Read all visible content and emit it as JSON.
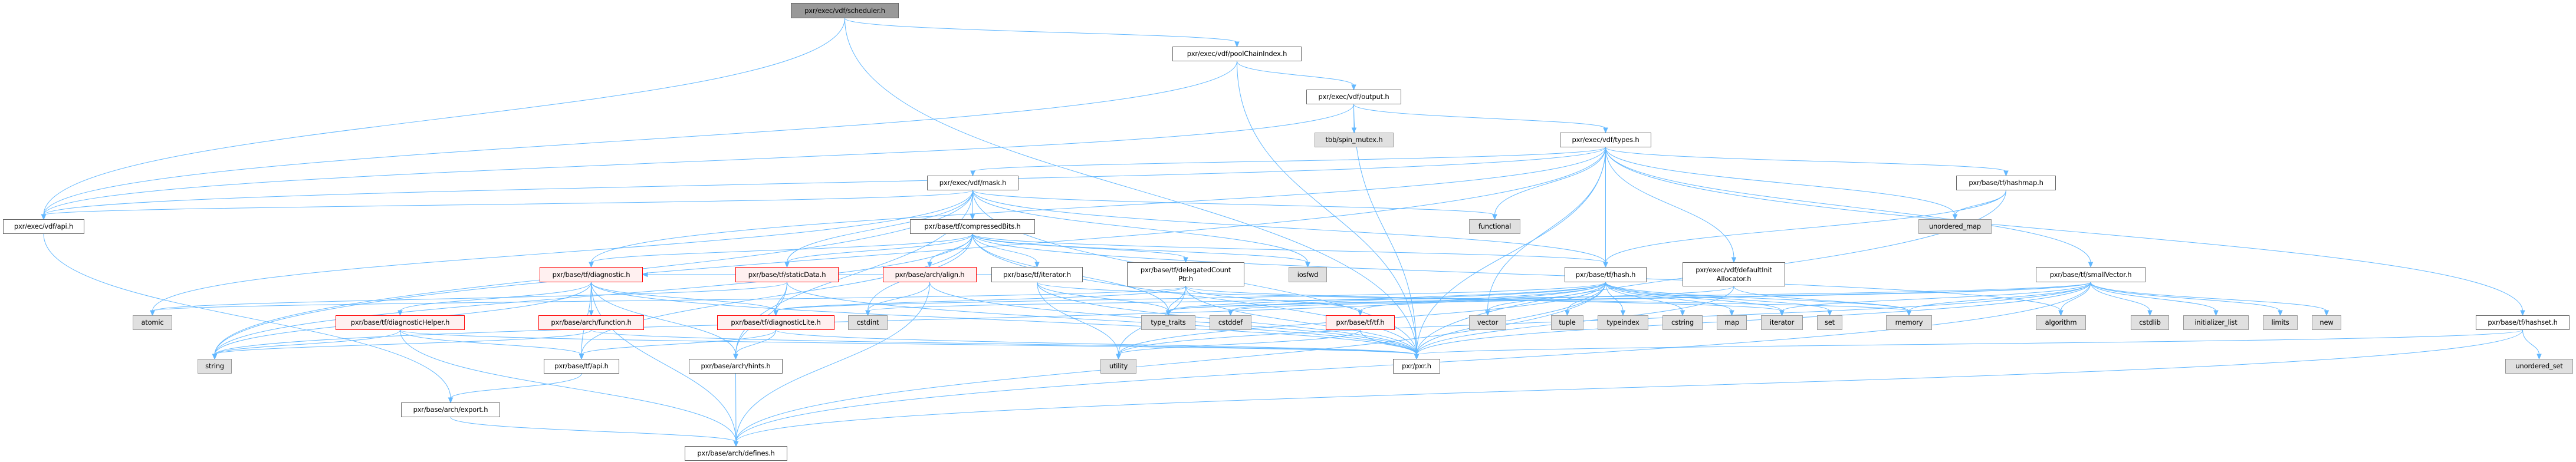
{
  "colors": {
    "edge": "#63b8ff",
    "main_fill": "#999999",
    "red_border": "#ff0000",
    "red_fill": "#fff0f0",
    "system_fill": "#e0e0e0"
  },
  "nodes": [
    {
      "id": "scheduler",
      "label": "pxr/exec/vdf/scheduler.h",
      "kind": "main"
    },
    {
      "id": "poolChainIndex",
      "label": "pxr/exec/vdf/poolChainIndex.h",
      "kind": "file"
    },
    {
      "id": "output",
      "label": "pxr/exec/vdf/output.h",
      "kind": "file"
    },
    {
      "id": "spin_mutex",
      "label": "tbb/spin_mutex.h",
      "kind": "system"
    },
    {
      "id": "types",
      "label": "pxr/exec/vdf/types.h",
      "kind": "file"
    },
    {
      "id": "vdfapi",
      "label": "pxr/exec/vdf/api.h",
      "kind": "file"
    },
    {
      "id": "mask",
      "label": "pxr/exec/vdf/mask.h",
      "kind": "file"
    },
    {
      "id": "compressedBits",
      "label": "pxr/base/tf/compressedBits.h",
      "kind": "file"
    },
    {
      "id": "functional",
      "label": "functional",
      "kind": "system"
    },
    {
      "id": "hashmap",
      "label": "pxr/base/tf/hashmap.h",
      "kind": "file"
    },
    {
      "id": "unordered_map",
      "label": "unordered_map",
      "kind": "system"
    },
    {
      "id": "atomic",
      "label": "atomic",
      "kind": "system"
    },
    {
      "id": "string",
      "label": "string",
      "kind": "system"
    },
    {
      "id": "diagnosticHelper",
      "label": "pxr/base/tf/diagnosticHelper.h",
      "kind": "red"
    },
    {
      "id": "export",
      "label": "pxr/base/arch/export.h",
      "kind": "file"
    },
    {
      "id": "diagnostic",
      "label": "pxr/base/tf/diagnostic.h",
      "kind": "red"
    },
    {
      "id": "staticData",
      "label": "pxr/base/tf/staticData.h",
      "kind": "red"
    },
    {
      "id": "align",
      "label": "pxr/base/arch/align.h",
      "kind": "red"
    },
    {
      "id": "function",
      "label": "pxr/base/arch/function.h",
      "kind": "red"
    },
    {
      "id": "diagnosticLite",
      "label": "pxr/base/tf/diagnosticLite.h",
      "kind": "red"
    },
    {
      "id": "cstdint",
      "label": "cstdint",
      "kind": "system"
    },
    {
      "id": "tfapi",
      "label": "pxr/base/tf/api.h",
      "kind": "file"
    },
    {
      "id": "hints",
      "label": "pxr/base/arch/hints.h",
      "kind": "file"
    },
    {
      "id": "defines",
      "label": "pxr/base/arch/defines.h",
      "kind": "file"
    },
    {
      "id": "iteratorh",
      "label": "pxr/base/tf/iterator.h",
      "kind": "file"
    },
    {
      "id": "delegated",
      "label": "pxr/base/tf/delegatedCount\nPtr.h",
      "kind": "file"
    },
    {
      "id": "iosfwd",
      "label": "iosfwd",
      "kind": "system"
    },
    {
      "id": "type_traits",
      "label": "type_traits",
      "kind": "system"
    },
    {
      "id": "cstddef",
      "label": "cstddef",
      "kind": "system"
    },
    {
      "id": "tf",
      "label": "pxr/base/tf/tf.h",
      "kind": "red"
    },
    {
      "id": "utility",
      "label": "utility",
      "kind": "system"
    },
    {
      "id": "pxr",
      "label": "pxr/pxr.h",
      "kind": "file"
    },
    {
      "id": "hash",
      "label": "pxr/base/tf/hash.h",
      "kind": "file"
    },
    {
      "id": "defaultInit",
      "label": "pxr/exec/vdf/defaultInit\nAllocator.h",
      "kind": "file"
    },
    {
      "id": "vector",
      "label": "vector",
      "kind": "system"
    },
    {
      "id": "tuple",
      "label": "tuple",
      "kind": "system"
    },
    {
      "id": "typeindex",
      "label": "typeindex",
      "kind": "system"
    },
    {
      "id": "cstring",
      "label": "cstring",
      "kind": "system"
    },
    {
      "id": "map",
      "label": "map",
      "kind": "system"
    },
    {
      "id": "iterator",
      "label": "iterator",
      "kind": "system"
    },
    {
      "id": "set",
      "label": "set",
      "kind": "system"
    },
    {
      "id": "smallVector",
      "label": "pxr/base/tf/smallVector.h",
      "kind": "file"
    },
    {
      "id": "memory",
      "label": "memory",
      "kind": "system"
    },
    {
      "id": "algorithm",
      "label": "algorithm",
      "kind": "system"
    },
    {
      "id": "cstdlib",
      "label": "cstdlib",
      "kind": "system"
    },
    {
      "id": "initializer_list",
      "label": "initializer_list",
      "kind": "system"
    },
    {
      "id": "limits",
      "label": "limits",
      "kind": "system"
    },
    {
      "id": "new",
      "label": "new",
      "kind": "system"
    },
    {
      "id": "hashset",
      "label": "pxr/base/tf/hashset.h",
      "kind": "file"
    },
    {
      "id": "unordered_set",
      "label": "unordered_set",
      "kind": "system"
    }
  ],
  "edges": [
    [
      "scheduler",
      "vdfapi"
    ],
    [
      "scheduler",
      "poolChainIndex"
    ],
    [
      "scheduler",
      "pxr"
    ],
    [
      "poolChainIndex",
      "vdfapi"
    ],
    [
      "poolChainIndex",
      "output"
    ],
    [
      "poolChainIndex",
      "pxr"
    ],
    [
      "output",
      "spin_mutex"
    ],
    [
      "output",
      "types"
    ],
    [
      "output",
      "vdfapi"
    ],
    [
      "output",
      "pxr"
    ],
    [
      "types",
      "functional"
    ],
    [
      "types",
      "hash"
    ],
    [
      "types",
      "vector"
    ],
    [
      "types",
      "defaultInit"
    ],
    [
      "types",
      "hashmap"
    ],
    [
      "types",
      "smallVector"
    ],
    [
      "types",
      "hashset"
    ],
    [
      "types",
      "mask"
    ],
    [
      "types",
      "vdfapi"
    ],
    [
      "types",
      "string"
    ],
    [
      "types",
      "diagnostic"
    ],
    [
      "types",
      "pxr"
    ],
    [
      "types",
      "unordered_map"
    ],
    [
      "mask",
      "compressedBits"
    ],
    [
      "mask",
      "vdfapi"
    ],
    [
      "mask",
      "functional"
    ],
    [
      "mask",
      "iosfwd"
    ],
    [
      "mask",
      "string"
    ],
    [
      "mask",
      "atomic"
    ],
    [
      "mask",
      "hints"
    ],
    [
      "mask",
      "pxr"
    ],
    [
      "mask",
      "hash"
    ],
    [
      "mask",
      "staticData"
    ],
    [
      "compressedBits",
      "diagnostic"
    ],
    [
      "compressedBits",
      "staticData"
    ],
    [
      "compressedBits",
      "align"
    ],
    [
      "compressedBits",
      "iteratorh"
    ],
    [
      "compressedBits",
      "delegated"
    ],
    [
      "compressedBits",
      "iosfwd"
    ],
    [
      "compressedBits",
      "type_traits"
    ],
    [
      "compressedBits",
      "cstdint"
    ],
    [
      "compressedBits",
      "hash"
    ],
    [
      "compressedBits",
      "string"
    ],
    [
      "compressedBits",
      "algorithm"
    ],
    [
      "compressedBits",
      "tfapi"
    ],
    [
      "compressedBits",
      "pxr"
    ],
    [
      "diagnostic",
      "function"
    ],
    [
      "diagnostic",
      "diagnosticHelper"
    ],
    [
      "diagnostic",
      "diagnosticLite"
    ],
    [
      "diagnostic",
      "tfapi"
    ],
    [
      "diagnostic",
      "hints"
    ],
    [
      "diagnostic",
      "defines"
    ],
    [
      "diagnostic",
      "string"
    ],
    [
      "diagnostic",
      "pxr"
    ],
    [
      "diagnosticHelper",
      "string"
    ],
    [
      "diagnosticHelper",
      "tfapi"
    ],
    [
      "diagnosticHelper",
      "defines"
    ],
    [
      "diagnosticHelper",
      "pxr"
    ],
    [
      "function",
      "string"
    ],
    [
      "function",
      "pxr"
    ],
    [
      "staticData",
      "hints"
    ],
    [
      "staticData",
      "diagnosticLite"
    ],
    [
      "staticData",
      "pxr"
    ],
    [
      "staticData",
      "atomic"
    ],
    [
      "align",
      "cstdint"
    ],
    [
      "align",
      "defines"
    ],
    [
      "align",
      "pxr"
    ],
    [
      "diagnosticLite",
      "tfapi"
    ],
    [
      "diagnosticLite",
      "hints"
    ],
    [
      "diagnosticLite",
      "pxr"
    ],
    [
      "tfapi",
      "export"
    ],
    [
      "hints",
      "defines"
    ],
    [
      "export",
      "defines"
    ],
    [
      "vdfapi",
      "export"
    ],
    [
      "iteratorh",
      "utility"
    ],
    [
      "iteratorh",
      "type_traits"
    ],
    [
      "iteratorh",
      "diagnostic"
    ],
    [
      "iteratorh",
      "pxr"
    ],
    [
      "iteratorh",
      "iterator"
    ],
    [
      "delegated",
      "type_traits"
    ],
    [
      "delegated",
      "utility"
    ],
    [
      "delegated",
      "tf"
    ],
    [
      "delegated",
      "pxr"
    ],
    [
      "delegated",
      "memory"
    ],
    [
      "delegated",
      "diagnosticLite"
    ],
    [
      "delegated",
      "atomic"
    ],
    [
      "tf",
      "utility"
    ],
    [
      "tf",
      "pxr"
    ],
    [
      "hash",
      "vector"
    ],
    [
      "hash",
      "tuple"
    ],
    [
      "hash",
      "typeindex"
    ],
    [
      "hash",
      "cstring"
    ],
    [
      "hash",
      "map"
    ],
    [
      "hash",
      "iterator"
    ],
    [
      "hash",
      "set"
    ],
    [
      "hash",
      "pxr"
    ],
    [
      "hash",
      "utility"
    ],
    [
      "hash",
      "type_traits"
    ],
    [
      "hash",
      "cstddef"
    ],
    [
      "hash",
      "tf"
    ],
    [
      "hash",
      "memory"
    ],
    [
      "hash",
      "string"
    ],
    [
      "hash",
      "defines"
    ],
    [
      "hash",
      "diagnosticLite"
    ],
    [
      "defaultInit",
      "memory"
    ],
    [
      "defaultInit",
      "pxr"
    ],
    [
      "defaultInit",
      "type_traits"
    ],
    [
      "hashmap",
      "unordered_map"
    ],
    [
      "hashmap",
      "pxr"
    ],
    [
      "hashmap",
      "hash"
    ],
    [
      "smallVector",
      "memory"
    ],
    [
      "smallVector",
      "algorithm"
    ],
    [
      "smallVector",
      "cstdlib"
    ],
    [
      "smallVector",
      "initializer_list"
    ],
    [
      "smallVector",
      "limits"
    ],
    [
      "smallVector",
      "new"
    ],
    [
      "smallVector",
      "type_traits"
    ],
    [
      "smallVector",
      "cstddef"
    ],
    [
      "smallVector",
      "cstdint"
    ],
    [
      "smallVector",
      "iterator"
    ],
    [
      "smallVector",
      "pxr"
    ],
    [
      "smallVector",
      "defines"
    ],
    [
      "smallVector",
      "utility"
    ],
    [
      "hashset",
      "unordered_set"
    ],
    [
      "hashset",
      "pxr"
    ],
    [
      "hashset",
      "defines"
    ]
  ]
}
